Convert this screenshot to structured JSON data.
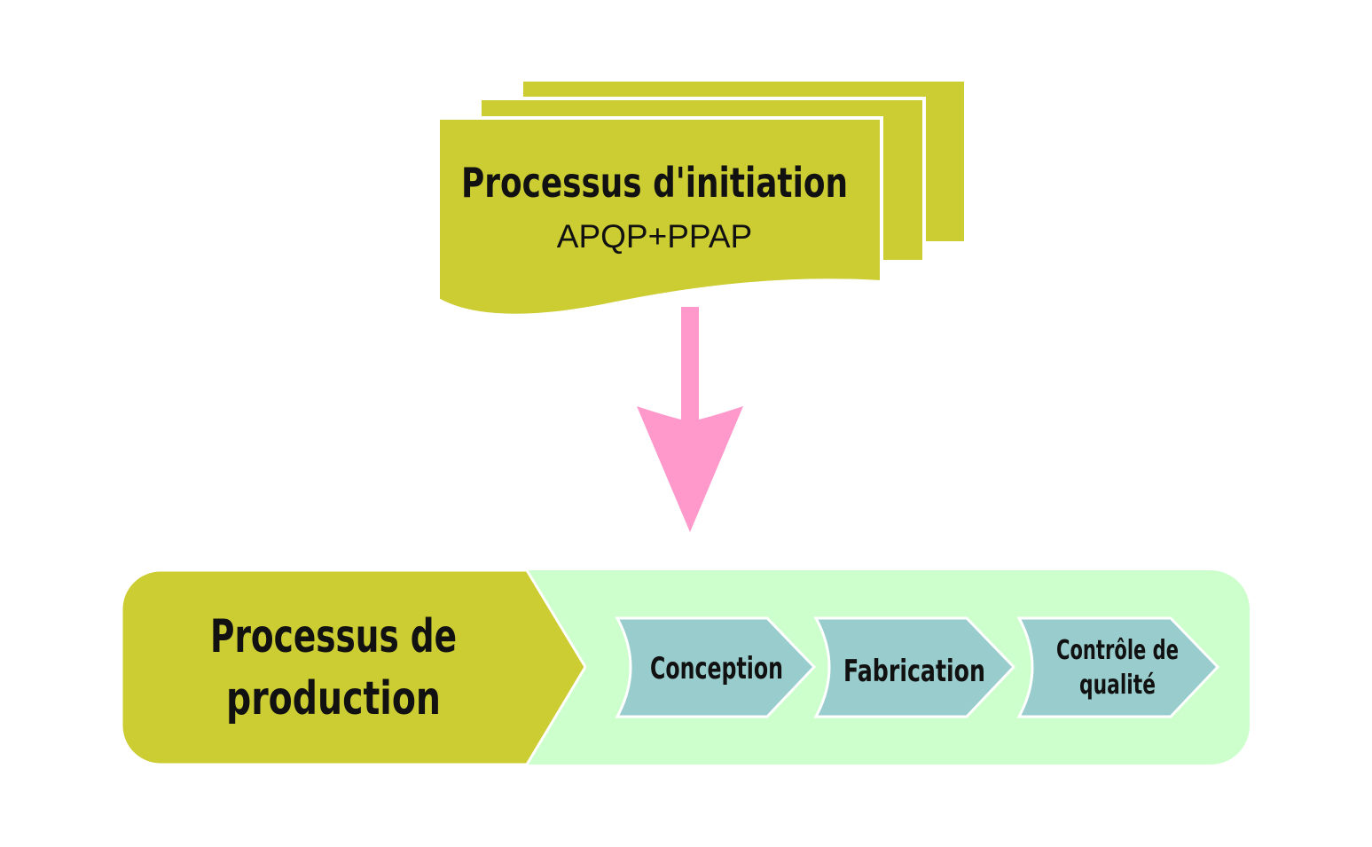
{
  "initiation": {
    "title": "Processus d'initiation",
    "subtitle": "APQP+PPAP"
  },
  "production": {
    "title_line1": "Processus de",
    "title_line2": "production",
    "steps": [
      {
        "label_line1": "Conception",
        "label_line2": ""
      },
      {
        "label_line1": "Fabrication",
        "label_line2": ""
      },
      {
        "label_line1": "Contrôle de",
        "label_line2": "qualité"
      }
    ]
  },
  "colors": {
    "olive": "#cccc33",
    "pink_arrow": "#ff99cc",
    "pale_green": "#ccffcc",
    "step_teal": "#99cccc",
    "text": "#111111"
  }
}
